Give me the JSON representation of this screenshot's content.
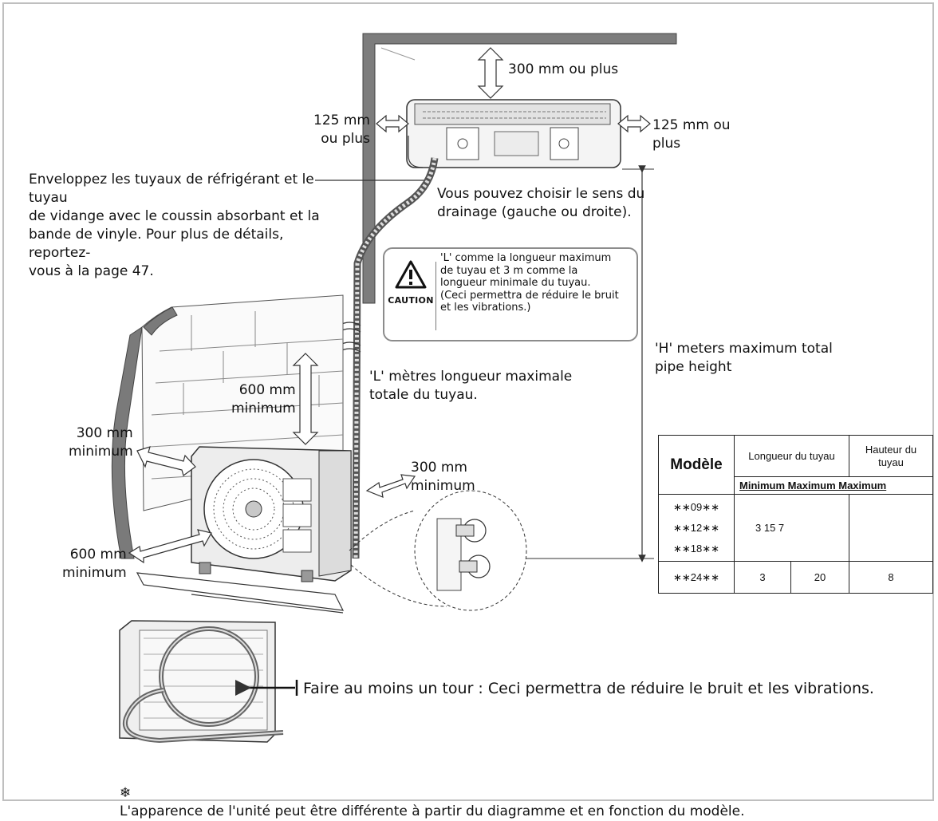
{
  "labels": {
    "top_clearance": "300 mm ou plus",
    "left_clearance": "125 mm\nou plus",
    "right_clearance": "125 mm ou\nplus",
    "wrap_instruction": "Enveloppez les tuyaux de réfrigérant et le tuyau\nde vidange avec le coussin absorbant et la\nbande de vinyle. Pour plus de détails, reportez-\nvous à la page 47.",
    "drain_direction": "Vous pouvez choisir le sens du\ndrainage (gauche ou droite).",
    "h_meters": "'H' meters maximum total\npipe height",
    "l_meters": "'L' mètres longueur maximale\ntotale du tuyau.",
    "outdoor_top": "600 mm\nminimum",
    "outdoor_left": "300 mm\nminimum",
    "outdoor_right": "300 mm\nminimum",
    "outdoor_front": "600 mm\nminimum",
    "coil_note": "Faire au moins un tour : Ceci permettra de réduire le bruit et les vibrations.",
    "footer_note": "L'apparence de l'unité peut être différente à partir du diagramme et en fonction du modèle.",
    "footer_symbol": "❄"
  },
  "caution": {
    "word": "CAUTION",
    "text": "'L' comme la longueur maximum\nde tuyau et 3 m comme la\nlongueur minimale du tuyau.\n(Ceci permettra de réduire le bruit\net les vibrations.)"
  },
  "table": {
    "header_model": "Modèle",
    "header_length": "Longueur du tuyau",
    "header_height": "Hauteur du\ntuyau",
    "sub_headers": "Minimum Maximum Maximum",
    "row1_models": "∗∗09∗∗\n∗∗12∗∗\n∗∗18∗∗",
    "row1_values": "3 15 7",
    "row2_model": "∗∗24∗∗",
    "row2_min": "3",
    "row2_max": "20",
    "row2_height": "8"
  },
  "colors": {
    "wall": "#7a7a7a",
    "line": "#333333",
    "caution_border": "#8c8c8c",
    "frame": "#bfbfbf"
  }
}
